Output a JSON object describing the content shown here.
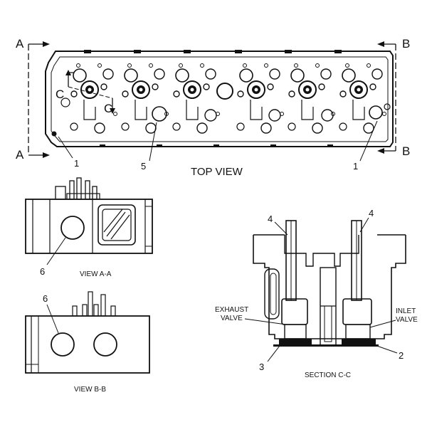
{
  "views": {
    "top": {
      "title": "TOP VIEW",
      "section_a_left": "A",
      "section_a_right": "A",
      "section_b_top": "B",
      "section_b_bottom": "B",
      "section_c_left": "C",
      "section_c_right": "C",
      "callouts": [
        "1",
        "5",
        "1"
      ]
    },
    "view_aa": {
      "title": "VIEW A-A",
      "callout": "6"
    },
    "view_bb": {
      "title": "VIEW B-B",
      "callout": "6"
    },
    "section_cc": {
      "title": "SECTION C-C",
      "exhaust_line1": "EXHAUST",
      "exhaust_line2": "VALVE",
      "inlet_line1": "INLET",
      "inlet_line2": "VALVE",
      "callouts": [
        "4",
        "4",
        "3",
        "2"
      ]
    }
  }
}
